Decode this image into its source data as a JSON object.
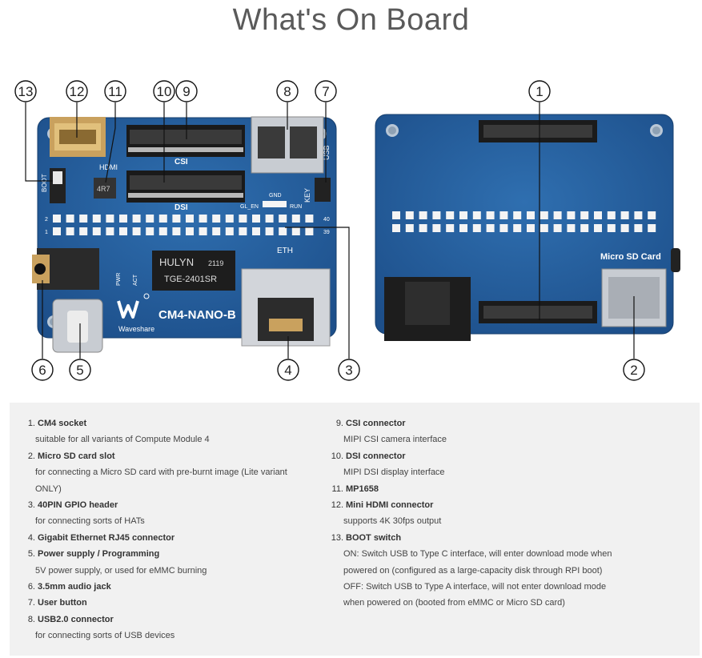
{
  "page": {
    "title": "What's On Board"
  },
  "board": {
    "front": {
      "model_text": "CM4-NANO-B",
      "brand_text": "Waveshare",
      "silk": {
        "csi": "CSI",
        "dsi": "DSI",
        "eth": "ETH",
        "usb": "USB",
        "key": "KEY",
        "hdmi": "HDMI",
        "boot": "BOOT",
        "gnd": "GND",
        "gl_en": "GL_EN",
        "run": "RUN",
        "pwr": "PWR",
        "act": "ACT",
        "pin2": "2",
        "pin1": "1",
        "pin40": "40",
        "pin39": "39",
        "transformer_brand": "HULYN",
        "transformer_code": "2119",
        "transformer_part": "TGE-2401SR",
        "inductor": "4R7"
      }
    },
    "back": {
      "silk": {
        "micro_sd": "Micro SD Card"
      }
    },
    "callouts": [
      "1",
      "2",
      "3",
      "4",
      "5",
      "6",
      "7",
      "8",
      "9",
      "10",
      "11",
      "12",
      "13"
    ]
  },
  "features": {
    "left": [
      {
        "num": "1.",
        "name": "CM4 socket",
        "desc": [
          "suitable for all variants of Compute Module 4"
        ]
      },
      {
        "num": "2.",
        "name": "Micro SD card slot",
        "desc": [
          "for connecting a Micro SD card with pre-burnt image (Lite variant",
          "ONLY)"
        ]
      },
      {
        "num": "3.",
        "name": "40PIN GPIO header",
        "desc": [
          "for connecting sorts of HATs"
        ]
      },
      {
        "num": "4.",
        "name": "Gigabit Ethernet RJ45 connector",
        "desc": []
      },
      {
        "num": "5.",
        "name": "Power supply / Programming",
        "desc": [
          "5V power supply, or used for eMMC burning"
        ]
      },
      {
        "num": "6.",
        "name": "3.5mm audio jack",
        "desc": []
      },
      {
        "num": "7.",
        "name": "User button",
        "desc": []
      },
      {
        "num": "8.",
        "name": "USB2.0 connector",
        "desc": [
          "for connecting sorts of USB devices"
        ]
      }
    ],
    "right": [
      {
        "num": "9.",
        "name": "CSI connector",
        "desc": [
          "MIPI CSI camera interface"
        ]
      },
      {
        "num": "10.",
        "name": "DSI connector",
        "desc": [
          "MIPI DSI display interface"
        ]
      },
      {
        "num": "11.",
        "name": "MP1658",
        "desc": []
      },
      {
        "num": "12.",
        "name": "Mini HDMI connector",
        "desc": [
          "supports 4K 30fps output"
        ]
      },
      {
        "num": "13.",
        "name": "BOOT switch",
        "desc": [
          "ON: Switch USB to Type C interface, will enter download mode when",
          "powered on (configured as a large-capacity disk through RPI boot)",
          "OFF: Switch USB to Type A interface, will not enter download mode",
          "when powered on (booted from eMMC or Micro SD card)"
        ]
      }
    ]
  }
}
